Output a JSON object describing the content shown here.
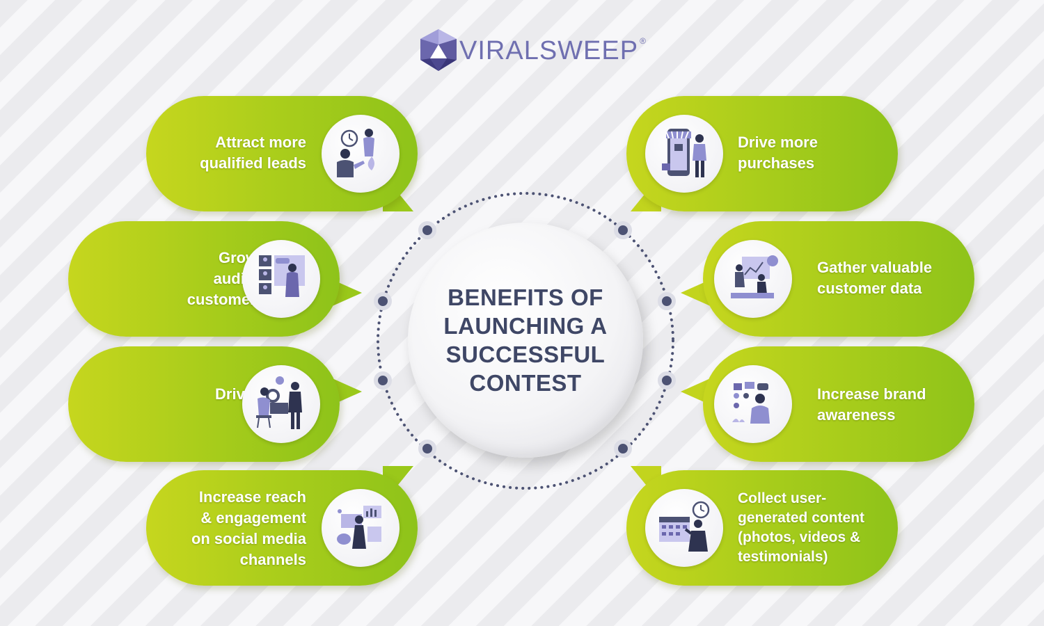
{
  "brand": {
    "name": "VIRALSWEEP",
    "registered_mark": "®"
  },
  "title": "BENEFITS OF LAUNCHING A SUCCESSFUL CONTEST",
  "colors": {
    "pill_green": "#a9cd1b",
    "title_navy": "#3f4766",
    "logo_purple": "#6f6fb0",
    "ring_dots": "#4c5273"
  },
  "benefits": [
    {
      "text": "Attract more\nqualified leads",
      "icon": "people-clock-icon"
    },
    {
      "text": "Grow your\naudience &\ncustomer base",
      "icon": "video-call-audience-icon"
    },
    {
      "text": "Drive more\ntraffic",
      "icon": "laptop-worker-icon"
    },
    {
      "text": "Increase reach\n& engagement\non social media\nchannels",
      "icon": "social-media-analytics-icon"
    },
    {
      "text": "Drive more\npurchases",
      "icon": "mobile-store-icon"
    },
    {
      "text": "Gather valuable\ncustomer data",
      "icon": "data-dashboard-icon"
    },
    {
      "text": "Increase brand\nawareness",
      "icon": "social-icons-person-icon"
    },
    {
      "text": "Collect user-\ngenerated content\n(photos, videos &\ntestimonials)",
      "icon": "calendar-presenter-icon"
    }
  ]
}
